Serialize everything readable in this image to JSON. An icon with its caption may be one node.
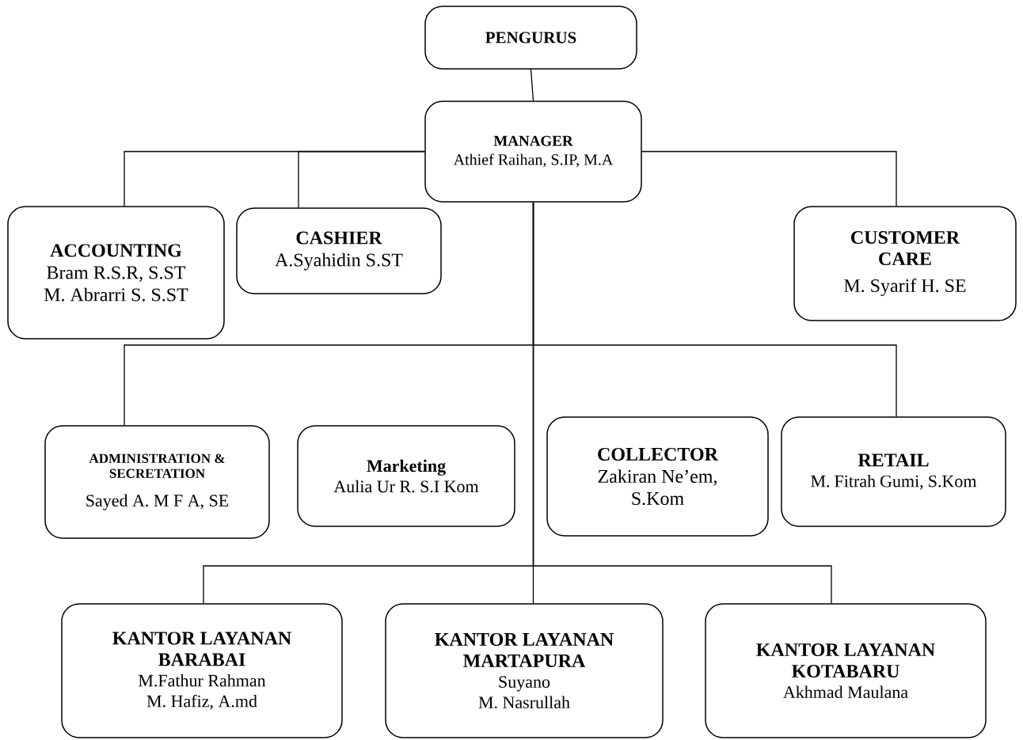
{
  "diagram": {
    "nodes": [
      {
        "text": [
          "PENGURUS"
        ]
      },
      {
        "text": [
          "MANAGER",
          "Athief Raihan, S.IP, M.A"
        ]
      },
      {
        "text": [
          "ACCOUNTING",
          "Bram R.S.R, S.ST",
          "M. Abrarri S. S.ST"
        ]
      },
      {
        "text": [
          "CASHIER",
          "A.Syahidin S.ST"
        ]
      },
      {
        "text": [
          "CUSTOMER CARE",
          "M. Syarif H. SE"
        ]
      },
      {
        "text": [
          "ADMINISTRATION & SECRETATION",
          "Sayed A. M F A, SE"
        ]
      },
      {
        "text": [
          "Marketing",
          "Aulia Ur R. S.I Kom"
        ]
      },
      {
        "text": [
          "COLLECTOR",
          "Zakiran Ne’em, S.Kom"
        ]
      },
      {
        "text": [
          "RETAIL",
          "M. Fitrah Gumi, S.Kom"
        ]
      },
      {
        "text": [
          "KANTOR LAYANAN BARABAI",
          "M.Fathur Rahman",
          "M. Hafiz, A.md"
        ]
      },
      {
        "text": [
          "KANTOR LAYANAN MARTAPURA",
          "Suyano",
          "M. Nasrullah"
        ]
      },
      {
        "text": [
          "KANTOR LAYANAN KOTABARU",
          "Akhmad Maulana"
        ]
      }
    ],
    "edges": [
      {
        "from": 0,
        "to": 1,
        "arrow": "none"
      },
      {
        "from": 1,
        "to": 2,
        "arrow": "none"
      },
      {
        "from": 1,
        "to": 3,
        "arrow": "none"
      },
      {
        "from": 1,
        "to": 4,
        "arrow": "none"
      },
      {
        "from": 1,
        "to": 5,
        "arrow": "none"
      },
      {
        "from": 1,
        "to": 8,
        "arrow": "none"
      },
      {
        "from": 1,
        "to": 9,
        "arrow": "none"
      },
      {
        "from": 1,
        "to": 10,
        "arrow": "none"
      },
      {
        "from": 1,
        "to": 11,
        "arrow": "none"
      }
    ]
  }
}
